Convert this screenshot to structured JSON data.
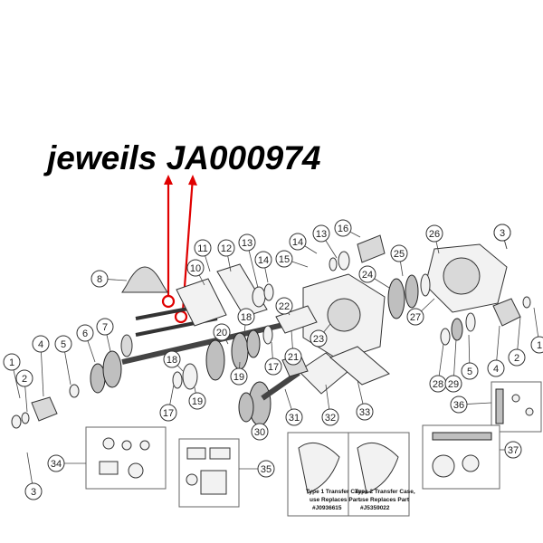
{
  "annotation": {
    "title": "jeweils JA000974",
    "color": "#e00000"
  },
  "callouts": [
    {
      "id": "c1a",
      "label": "1"
    },
    {
      "id": "c2a",
      "label": "2"
    },
    {
      "id": "c3a",
      "label": "3"
    },
    {
      "id": "c4a",
      "label": "4"
    },
    {
      "id": "c5a",
      "label": "5"
    },
    {
      "id": "c6",
      "label": "6"
    },
    {
      "id": "c7",
      "label": "7"
    },
    {
      "id": "c8",
      "label": "8"
    },
    {
      "id": "c10",
      "label": "10"
    },
    {
      "id": "c11",
      "label": "11"
    },
    {
      "id": "c12",
      "label": "12"
    },
    {
      "id": "c13a",
      "label": "13"
    },
    {
      "id": "c13b",
      "label": "13"
    },
    {
      "id": "c14a",
      "label": "14"
    },
    {
      "id": "c14b",
      "label": "14"
    },
    {
      "id": "c15",
      "label": "15"
    },
    {
      "id": "c16",
      "label": "16"
    },
    {
      "id": "c17a",
      "label": "17"
    },
    {
      "id": "c17b",
      "label": "17"
    },
    {
      "id": "c18a",
      "label": "18"
    },
    {
      "id": "c18b",
      "label": "18"
    },
    {
      "id": "c19a",
      "label": "19"
    },
    {
      "id": "c19b",
      "label": "19"
    },
    {
      "id": "c20",
      "label": "20"
    },
    {
      "id": "c21",
      "label": "21"
    },
    {
      "id": "c22",
      "label": "22"
    },
    {
      "id": "c23",
      "label": "23"
    },
    {
      "id": "c24",
      "label": "24"
    },
    {
      "id": "c25",
      "label": "25"
    },
    {
      "id": "c26",
      "label": "26"
    },
    {
      "id": "c27",
      "label": "27"
    },
    {
      "id": "c28",
      "label": "28"
    },
    {
      "id": "c29",
      "label": "29"
    },
    {
      "id": "c30",
      "label": "30"
    },
    {
      "id": "c31",
      "label": "31"
    },
    {
      "id": "c32",
      "label": "32"
    },
    {
      "id": "c33",
      "label": "33"
    },
    {
      "id": "c34",
      "label": "34"
    },
    {
      "id": "c35",
      "label": "35"
    },
    {
      "id": "c36",
      "label": "36"
    },
    {
      "id": "c37",
      "label": "37"
    },
    {
      "id": "c3b",
      "label": "3"
    },
    {
      "id": "c3c",
      "label": "3"
    },
    {
      "id": "c1b",
      "label": "1"
    },
    {
      "id": "c2b",
      "label": "2"
    },
    {
      "id": "c4b",
      "label": "4"
    },
    {
      "id": "c5b",
      "label": "5"
    }
  ],
  "transfer_box": {
    "type1_line1": "Type 1 Transfer Case,",
    "type1_line2": "use Replaces Part",
    "type1_line3": "#J0936615",
    "type2_line1": "Type 2 Transfer Case,",
    "type2_line2": "use Replaces Part",
    "type2_line3": "#J5359022"
  }
}
